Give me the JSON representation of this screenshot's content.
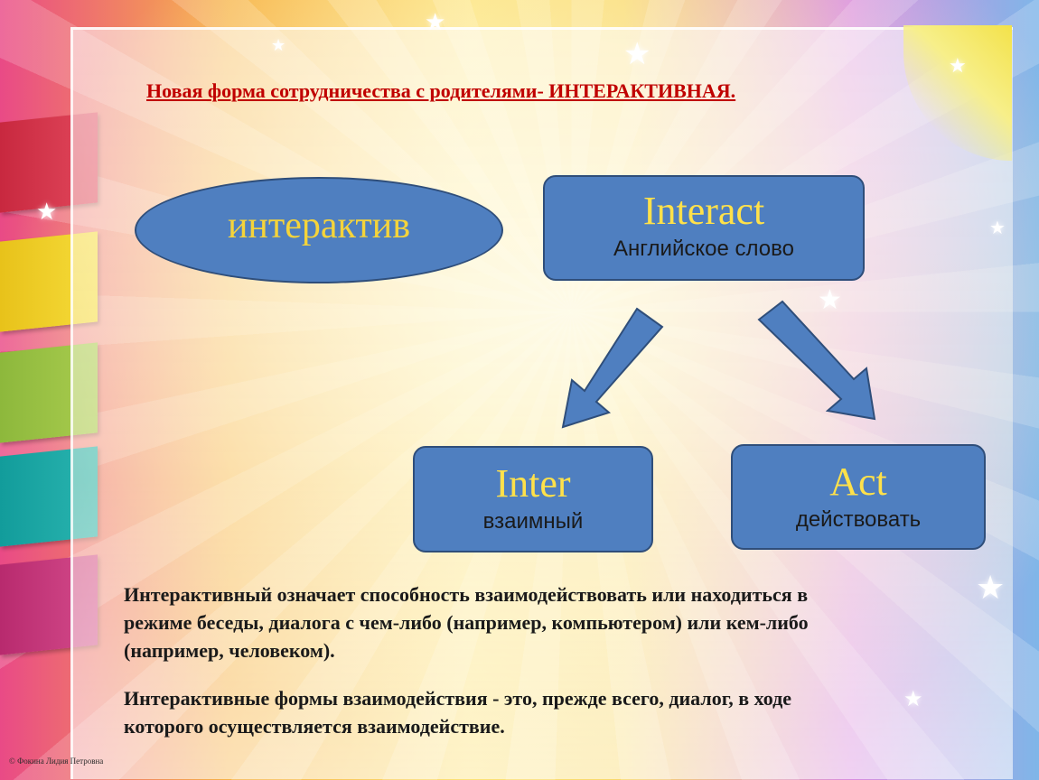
{
  "title": "Новая форма сотрудничества  с родителями- ИНТЕРАКТИВНАЯ.",
  "diagram": {
    "ellipse_label": "интерактив",
    "interact": {
      "word": "Interact",
      "translation": "Английское слово"
    },
    "inter": {
      "word": "Inter",
      "translation": "взаимный"
    },
    "act": {
      "word": "Act",
      "translation": "действовать"
    }
  },
  "paragraphs": {
    "p1": "Интерактивный означает способность взаимодействовать или находиться в режиме беседы, диалога с чем-либо (например, компьютером) или кем-либо (например, человеком).",
    "p2": "Интерактивные формы взаимодействия - это, прежде всего, диалог, в ходе которого осуществляется взаимодействие."
  },
  "credit": "© Фокина Лидия Петровна",
  "colors": {
    "shape_fill": "#4f7fc0",
    "shape_border": "#2f4e7a",
    "highlight_text": "#ffe14a",
    "title_red": "#c00000"
  }
}
